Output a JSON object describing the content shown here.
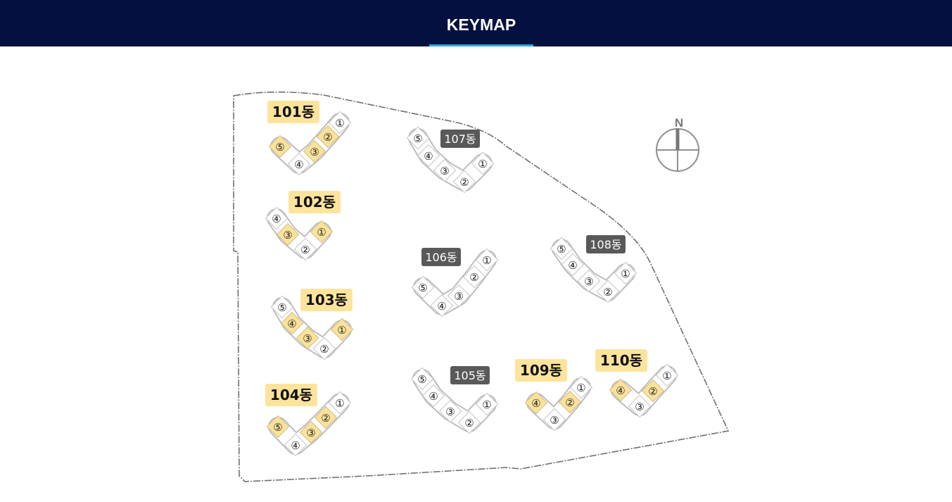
{
  "header": {
    "title": "KEYMAP",
    "background": "#04103f",
    "active_underline": "#27a9e1"
  },
  "map": {
    "compass_label": "N",
    "colors": {
      "highlight_label_bg": "#fde49c",
      "dark_label_bg": "#595959",
      "unit_highlight": "#fbe29b",
      "outline": "#9a9a9a"
    },
    "buildings": [
      {
        "id": "101",
        "label": "101동",
        "style": "highlight",
        "units": [
          {
            "n": "①",
            "hl": false
          },
          {
            "n": "②",
            "hl": true
          },
          {
            "n": "③",
            "hl": true
          },
          {
            "n": "④",
            "hl": false
          },
          {
            "n": "⑤",
            "hl": true
          }
        ]
      },
      {
        "id": "102",
        "label": "102동",
        "style": "highlight",
        "units": [
          {
            "n": "①",
            "hl": true
          },
          {
            "n": "②",
            "hl": false
          },
          {
            "n": "③",
            "hl": true
          },
          {
            "n": "④",
            "hl": false
          }
        ]
      },
      {
        "id": "103",
        "label": "103동",
        "style": "highlight",
        "units": [
          {
            "n": "①",
            "hl": true
          },
          {
            "n": "②",
            "hl": false
          },
          {
            "n": "③",
            "hl": true
          },
          {
            "n": "④",
            "hl": true
          },
          {
            "n": "⑤",
            "hl": false
          }
        ]
      },
      {
        "id": "104",
        "label": "104동",
        "style": "highlight",
        "units": [
          {
            "n": "①",
            "hl": false
          },
          {
            "n": "②",
            "hl": true
          },
          {
            "n": "③",
            "hl": true
          },
          {
            "n": "④",
            "hl": false
          },
          {
            "n": "⑤",
            "hl": true
          }
        ]
      },
      {
        "id": "105",
        "label": "105동",
        "style": "dark",
        "units": [
          {
            "n": "①",
            "hl": false
          },
          {
            "n": "②",
            "hl": false
          },
          {
            "n": "③",
            "hl": false
          },
          {
            "n": "④",
            "hl": false
          },
          {
            "n": "⑤",
            "hl": false
          }
        ]
      },
      {
        "id": "106",
        "label": "106동",
        "style": "dark",
        "units": [
          {
            "n": "①",
            "hl": false
          },
          {
            "n": "②",
            "hl": false
          },
          {
            "n": "③",
            "hl": false
          },
          {
            "n": "④",
            "hl": false
          },
          {
            "n": "⑤",
            "hl": false
          }
        ]
      },
      {
        "id": "107",
        "label": "107동",
        "style": "dark",
        "units": [
          {
            "n": "①",
            "hl": false
          },
          {
            "n": "②",
            "hl": false
          },
          {
            "n": "③",
            "hl": false
          },
          {
            "n": "④",
            "hl": false
          },
          {
            "n": "⑤",
            "hl": false
          }
        ]
      },
      {
        "id": "108",
        "label": "108동",
        "style": "dark",
        "units": [
          {
            "n": "①",
            "hl": false
          },
          {
            "n": "②",
            "hl": false
          },
          {
            "n": "③",
            "hl": false
          },
          {
            "n": "④",
            "hl": false
          },
          {
            "n": "⑤",
            "hl": false
          }
        ]
      },
      {
        "id": "109",
        "label": "109동",
        "style": "highlight",
        "units": [
          {
            "n": "①",
            "hl": false
          },
          {
            "n": "②",
            "hl": true
          },
          {
            "n": "③",
            "hl": false
          },
          {
            "n": "④",
            "hl": true
          }
        ]
      },
      {
        "id": "110",
        "label": "110동",
        "style": "highlight",
        "units": [
          {
            "n": "①",
            "hl": false
          },
          {
            "n": "②",
            "hl": true
          },
          {
            "n": "③",
            "hl": false
          },
          {
            "n": "④",
            "hl": true
          }
        ]
      }
    ]
  }
}
